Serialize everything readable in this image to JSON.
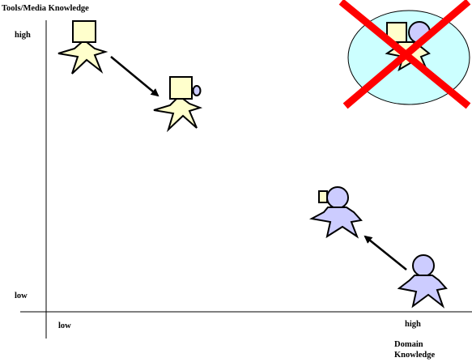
{
  "labels": {
    "y_axis_title": "Tools/Media Knowledge",
    "y_high": "high",
    "y_low": "low",
    "x_low": "low",
    "x_high": "high",
    "x_axis_title_line1": "Domain",
    "x_axis_title_line2": "Knowledge"
  },
  "colors": {
    "tool_person": "#ffffcc",
    "domain_person": "#ccccff",
    "both_ellipse": "#ccffff",
    "cross": "#ff0000",
    "outline": "#000000"
  },
  "figures": [
    {
      "id": "tool-expert",
      "icon": "person-with-square-head"
    },
    {
      "id": "tool-expert-learning",
      "icon": "person-with-square-head-and-small-circle"
    },
    {
      "id": "domain-expert-learning",
      "icon": "person-with-circle-head-and-small-square"
    },
    {
      "id": "domain-expert",
      "icon": "person-with-circle-head"
    },
    {
      "id": "ideal-both",
      "icon": "crossed-out-combined-person"
    }
  ]
}
